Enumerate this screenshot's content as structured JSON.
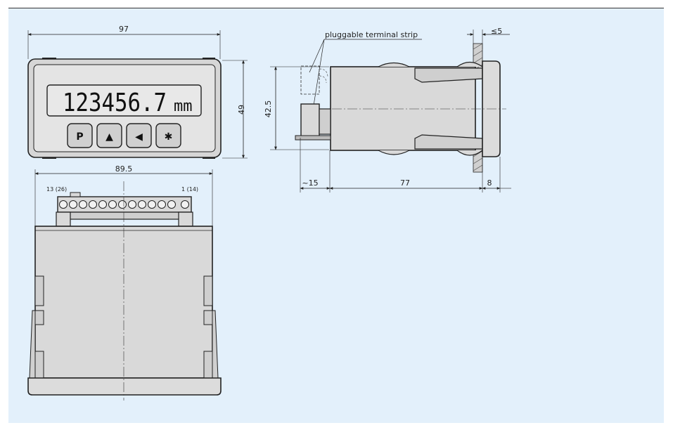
{
  "front_view": {
    "display_value": "123456.7",
    "display_unit": "mm",
    "buttons": [
      "P",
      "▲",
      "◀",
      "✱"
    ],
    "width_label": "97",
    "height_label": "49"
  },
  "side_view": {
    "callout": "pluggable terminal strip",
    "panel_label": "≤5",
    "height_label": "42.5",
    "dims": [
      "~15",
      "77",
      "8"
    ]
  },
  "top_view": {
    "width_label": "89.5",
    "terminal_left": "13 (26)",
    "terminal_right": "1 (14)"
  },
  "colors": {
    "background": "#e3f0fb",
    "housing": "#d9d9d9",
    "outline": "#222222"
  }
}
